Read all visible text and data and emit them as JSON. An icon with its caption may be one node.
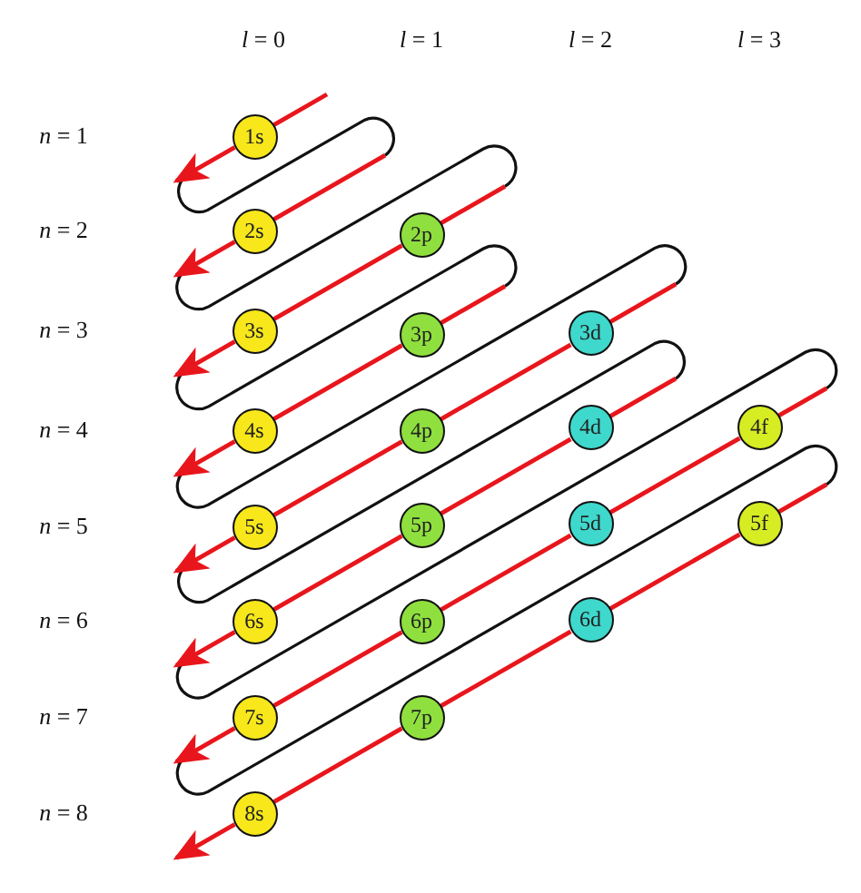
{
  "diagram": {
    "nodes": [
      {
        "text": [
          "1s"
        ]
      },
      {
        "text": [
          "2s"
        ]
      },
      {
        "text": [
          "2p"
        ]
      },
      {
        "text": [
          "3s"
        ]
      },
      {
        "text": [
          "3p"
        ]
      },
      {
        "text": [
          "3d"
        ]
      },
      {
        "text": [
          "4s"
        ]
      },
      {
        "text": [
          "4p"
        ]
      },
      {
        "text": [
          "4d"
        ]
      },
      {
        "text": [
          "4f"
        ]
      },
      {
        "text": [
          "5s"
        ]
      },
      {
        "text": [
          "5p"
        ]
      },
      {
        "text": [
          "5d"
        ]
      },
      {
        "text": [
          "5f"
        ]
      },
      {
        "text": [
          "6s"
        ]
      },
      {
        "text": [
          "6p"
        ]
      },
      {
        "text": [
          "6d"
        ]
      },
      {
        "text": [
          "7s"
        ]
      },
      {
        "text": [
          "7p"
        ]
      },
      {
        "text": [
          "8s"
        ]
      }
    ],
    "edges": [
      {
        "from": 0,
        "to": null,
        "arrow": "to"
      },
      {
        "from": 1,
        "to": null,
        "arrow": "to"
      },
      {
        "from": 2,
        "to": 3,
        "arrow": "none"
      },
      {
        "from": 3,
        "to": null,
        "arrow": "to"
      },
      {
        "from": 4,
        "to": 6,
        "arrow": "none"
      },
      {
        "from": 6,
        "to": null,
        "arrow": "to"
      },
      {
        "from": 5,
        "to": 7,
        "arrow": "none"
      },
      {
        "from": 7,
        "to": 10,
        "arrow": "none"
      },
      {
        "from": 10,
        "to": null,
        "arrow": "to"
      },
      {
        "from": 8,
        "to": 11,
        "arrow": "none"
      },
      {
        "from": 11,
        "to": 14,
        "arrow": "none"
      },
      {
        "from": 14,
        "to": null,
        "arrow": "to"
      },
      {
        "from": 9,
        "to": 12,
        "arrow": "none"
      },
      {
        "from": 12,
        "to": 15,
        "arrow": "none"
      },
      {
        "from": 15,
        "to": 17,
        "arrow": "none"
      },
      {
        "from": 17,
        "to": null,
        "arrow": "to"
      },
      {
        "from": 13,
        "to": 16,
        "arrow": "none"
      },
      {
        "from": 16,
        "to": 18,
        "arrow": "none"
      },
      {
        "from": 18,
        "to": 19,
        "arrow": "none"
      },
      {
        "from": 19,
        "to": null,
        "arrow": "to"
      }
    ],
    "labels": [
      "*l* = 0",
      "*l* = 1",
      "*l* = 2",
      "*l* = 3",
      "*n* = 1",
      "*n* = 2",
      "*n* = 3",
      "*n* = 4",
      "*n* = 5",
      "*n* = 6",
      "*n* = 7",
      "*n* = 8"
    ]
  }
}
